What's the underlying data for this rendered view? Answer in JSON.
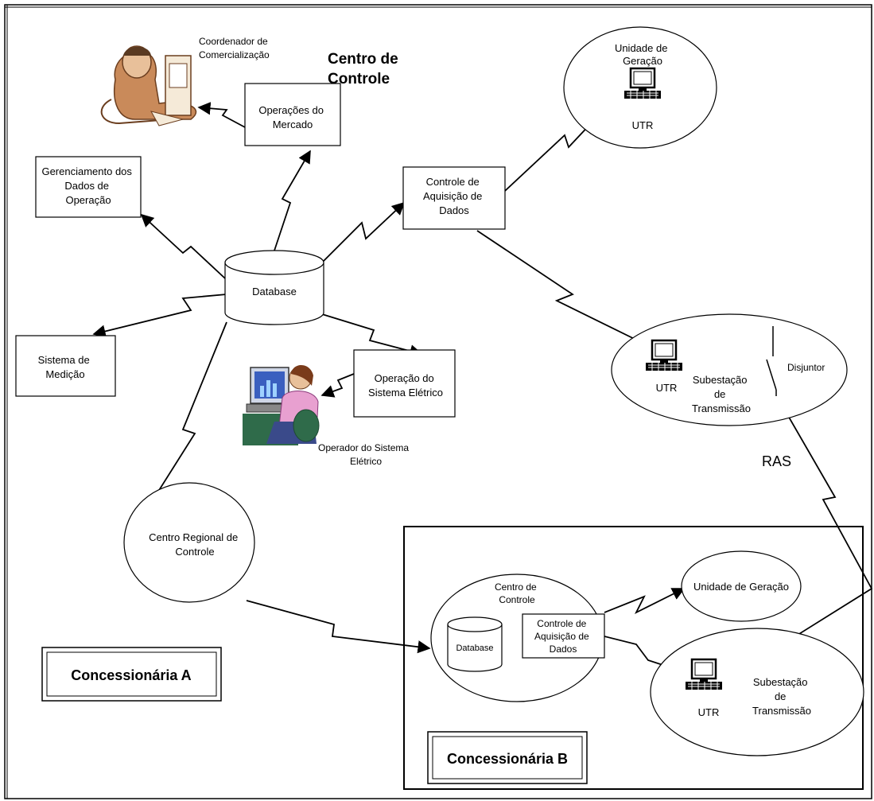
{
  "title": "Centro de Controle",
  "nodes": {
    "coordenador": "Coordenador de Comercialização",
    "operacoes_mercado": "Operações do Mercado",
    "gerenciamento": "Gerenciamento dos Dados de Operação",
    "database": "Database",
    "sistema_medicao": "Sistema de Medição",
    "controle_aquisicao": "Controle de Aquisição de Dados",
    "unidade_geracao": "Unidade de Geração",
    "utr_top": "UTR",
    "operacao_sistema": "Operação do Sistema Elétrico",
    "operador": "Operador do Sistema Elétrico",
    "utr_subestacao": "UTR",
    "subestacao": "Subestação de Transmissão",
    "disjuntor": "Disjuntor",
    "ras": "RAS",
    "centro_regional": "Centro Regional de Controle",
    "concessionaria_a": "Concessionária A",
    "concessionaria_b": "Concessionária B",
    "b_centro_controle": "Centro de Controle",
    "b_database": "Database",
    "b_controle_aquisicao": "Controle de Aquisição de Dados",
    "b_unidade_geracao": "Unidade de Geração",
    "b_utr": "UTR",
    "b_subestacao": "Subestação de Transmissão"
  },
  "colors": {
    "line": "#000000",
    "person_skin": "#c98a5a",
    "person_shirt_pink": "#e8a0d0",
    "monitor_blue": "#3a5fbf",
    "chair_green": "#2f6b4a"
  }
}
